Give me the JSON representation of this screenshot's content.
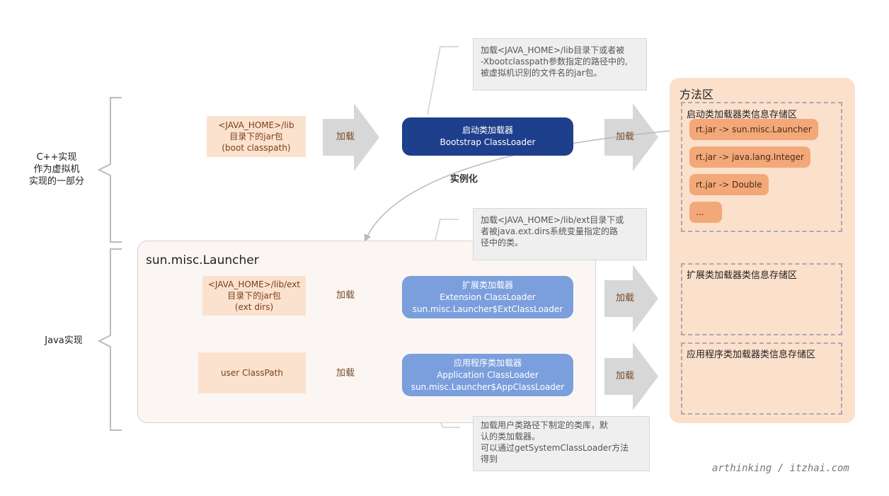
{
  "groups": {
    "cpp": [
      "C++实现",
      "作为虚拟机",
      "实现的一部分"
    ],
    "java": "Java实现"
  },
  "launcher_panel": {
    "title": "sun.misc.Launcher"
  },
  "sources": {
    "boot": [
      "<JAVA_HOME>/lib",
      "目录下的jar包",
      "(boot classpath)"
    ],
    "ext": [
      "<JAVA_HOME>/lib/ext",
      "目录下的jar包",
      "(ext dirs)"
    ],
    "user": [
      "user ClassPath"
    ]
  },
  "load_label": "加载",
  "loaders": {
    "bootstrap": [
      "启动类加载器",
      "Bootstrap ClassLoader"
    ],
    "extension": [
      "扩展类加载器",
      "Extension ClassLoader",
      "sun.misc.Launcher$ExtClassLoader"
    ],
    "application": [
      "应用程序类加载器",
      "Application ClassLoader",
      "sun.misc.Launcher$AppClassLoader"
    ]
  },
  "notes": {
    "bootstrap": [
      "加载<JAVA_HOME>/lib目录下或者被",
      "-Xbootclasspath参数指定的路径中的,",
      "被虚拟机识别的文件名的jar包。"
    ],
    "extension": [
      "加载<JAVA_HOME>/lib/ext目录下或",
      "者被java.ext.dirs系统变量指定的路",
      "径中的类。"
    ],
    "application": [
      "加载用户类路径下制定的类库，默",
      "认的类加载器。",
      "可以通过getSystemClassLoader方法",
      "得到"
    ]
  },
  "instantiate_label": "实例化",
  "method_area": {
    "title": "方法区",
    "bootstrap_store": {
      "title": "启动类加载器类信息存储区",
      "classes": [
        "rt.jar -> sun.misc.Launcher",
        "rt.jar -> java.lang.Integer",
        "rt.jar -> Double",
        "..."
      ]
    },
    "extension_store": {
      "title": "扩展类加载器类信息存储区"
    },
    "application_store": {
      "title": "应用程序类加载器类信息存储区"
    }
  },
  "watermark": "arthinking / itzhai.com",
  "colors": {
    "bootstrap_loader": "#1e3f8c",
    "child_loader": "#7b9fdd",
    "source_box": "#fbe2cf",
    "method_area": "#fbe0cc",
    "class_chip": "#f3a879",
    "arrow": "#d7d7d7"
  }
}
